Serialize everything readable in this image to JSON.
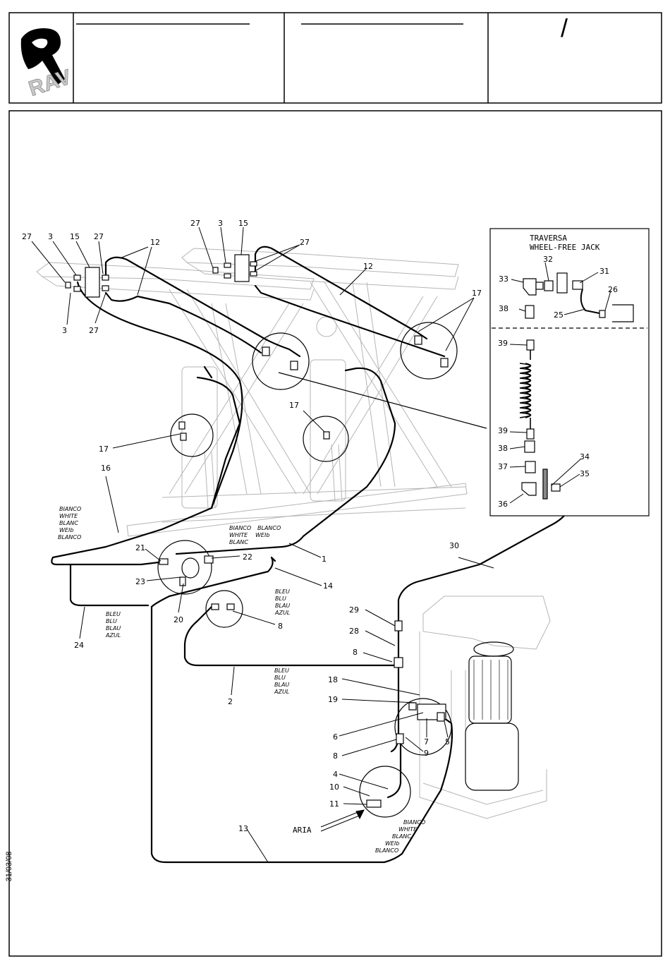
{
  "header": {
    "logo_text": "RAV",
    "title_box_1": "",
    "title_box_2": "",
    "title_box_3": "/"
  },
  "date": "31/03/08",
  "inset": {
    "title_line1": "TRAVERSA",
    "title_line2": "WHEEL-FREE JACK",
    "callouts_upper": [
      "33",
      "32",
      "31",
      "26",
      "38",
      "25"
    ],
    "callouts_lower": [
      "39",
      "39",
      "38",
      "37",
      "34",
      "35",
      "36"
    ]
  },
  "callouts": {
    "c27a": "27",
    "c3a": "3",
    "c15a": "15",
    "c27b": "27",
    "c12a": "12",
    "c3b": "3",
    "c27c": "27",
    "c27d": "27",
    "c3c": "3",
    "c15b": "15",
    "c27e": "27",
    "c12b": "12",
    "c17a": "17",
    "c17b": "17",
    "c17c": "17",
    "c16": "16",
    "c21": "21",
    "c22": "22",
    "c23": "23",
    "c20": "20",
    "c1": "1",
    "c14": "14",
    "c8a": "8",
    "c24": "24",
    "c2": "2",
    "c30": "30",
    "c29": "29",
    "c28": "28",
    "c8b": "8",
    "c18": "18",
    "c19": "19",
    "c6": "6",
    "c7": "7",
    "c5": "5",
    "c8c": "8",
    "c9": "9",
    "c4": "4",
    "c10": "10",
    "c11": "11",
    "c13": "13"
  },
  "aria_label": "ARIA",
  "colors": {
    "bianco_1": [
      "BIANCO",
      "WHITE",
      "BLANC",
      "WEIb",
      "BLANCO"
    ],
    "bianco_2": [
      "BIANCO",
      "WHITE",
      "BLANC"
    ],
    "bianco_2b": [
      "BLANCO",
      "WEIb"
    ],
    "bleu_1": [
      "BLEU",
      "BLU",
      "BLAU",
      "AZUL"
    ],
    "bleu_2": [
      "BLEU",
      "BLU",
      "BLAU",
      "AZUL"
    ],
    "bleu_3": [
      "BLEU",
      "BLU",
      "BLAU",
      "AZUL"
    ],
    "bianco_3": [
      "BIANCO",
      "WHITE",
      "BLANC",
      "WEIb",
      "BLANCO"
    ]
  }
}
